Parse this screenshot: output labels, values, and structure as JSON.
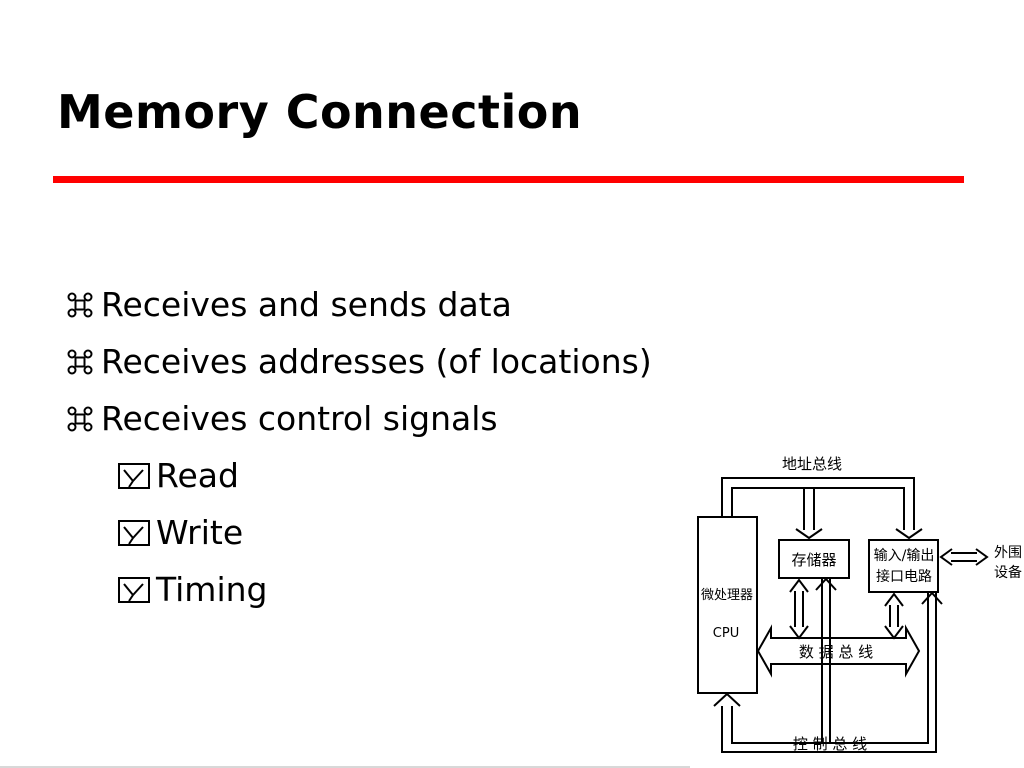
{
  "slide": {
    "title": "Memory Connection",
    "accent_color": "#ff0000"
  },
  "bullets": [
    {
      "text": "Receives and sends data",
      "level": 1,
      "icon": "cmd-bullet-icon"
    },
    {
      "text": "Receives addresses (of locations)",
      "level": 1,
      "icon": "cmd-bullet-icon"
    },
    {
      "text": "Receives control signals",
      "level": 1,
      "icon": "cmd-bullet-icon"
    },
    {
      "text": "Read",
      "level": 2,
      "icon": "checkbox-bullet-icon"
    },
    {
      "text": "Write",
      "level": 2,
      "icon": "checkbox-bullet-icon"
    },
    {
      "text": "Timing",
      "level": 2,
      "icon": "checkbox-bullet-icon"
    }
  ],
  "diagram": {
    "address_bus": "地址总线",
    "memory": "存储器",
    "io_line1": "输入/输出",
    "io_line2": "接口电路",
    "external_line1": "外围",
    "external_line2": "设备",
    "cpu_cn": "微处理器",
    "cpu_en": "CPU",
    "data_bus": "数 据 总 线",
    "control_bus": "控 制 总 线"
  }
}
